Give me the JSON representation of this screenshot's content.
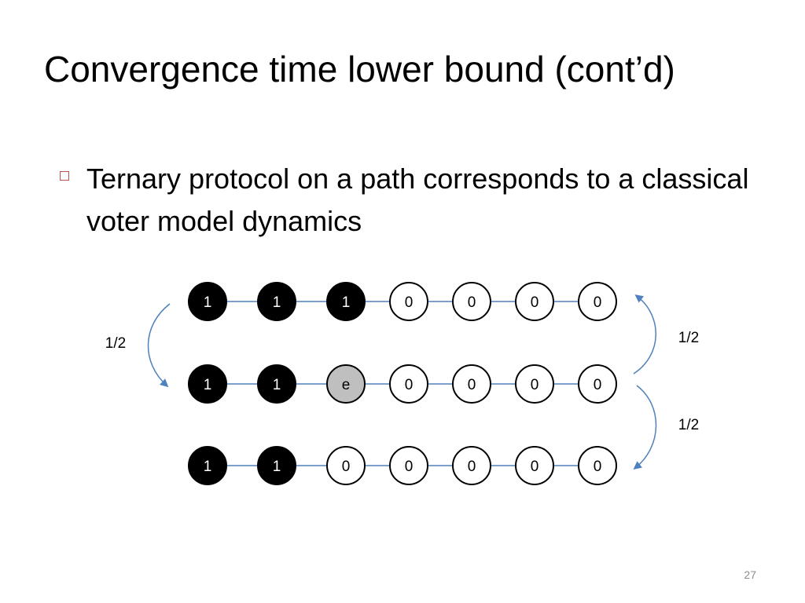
{
  "slide": {
    "title": "Convergence time lower bound (cont’d)",
    "bullet": "Ternary protocol on a path corresponds to a classical voter model dynamics",
    "page_number": "27"
  },
  "diagram": {
    "rows": [
      [
        "1",
        "1",
        "1",
        "0",
        "0",
        "0",
        "0"
      ],
      [
        "1",
        "1",
        "e",
        "0",
        "0",
        "0",
        "0"
      ],
      [
        "1",
        "1",
        "0",
        "0",
        "0",
        "0",
        "0"
      ]
    ],
    "transition_labels": {
      "left": "1/2",
      "right_top": "1/2",
      "right_bottom": "1/2"
    },
    "colors": {
      "state_1_fill": "#000000",
      "state_0_fill": "#ffffff",
      "state_e_fill": "#bfbfbf",
      "edge": "#4f81bd",
      "arrow": "#4f81bd",
      "bullet_marker": "#c0504d"
    }
  }
}
